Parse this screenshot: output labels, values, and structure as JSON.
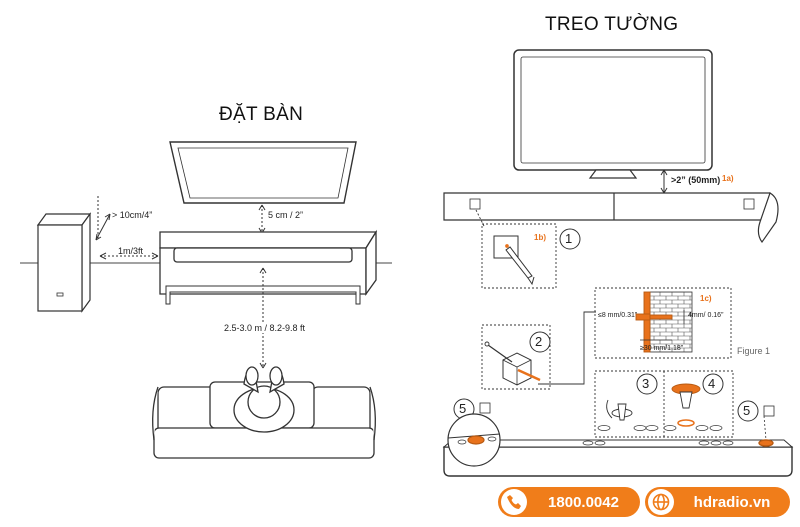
{
  "sections": {
    "table_title": "ĐẶT BÀN",
    "wall_title": "TREO TƯỜNG"
  },
  "table_labels": {
    "sub_gap": "> 10cm/4”",
    "sub_dist": "1m/3ft",
    "tv_gap": "5 cm / 2”",
    "seat_dist": "2.5-3.0 m / 8.2-9.8 ft"
  },
  "wall_labels": {
    "tv_gap": ">2” (50mm)",
    "step_1a": "1a)",
    "step_1b": "1b)",
    "step_1c": "1c)",
    "hole_depth": "≤8 mm/0.31”",
    "screw_gap": "4mm/ 0.16”",
    "screw_len": "≥30 mm/1.18”",
    "figure": "Figure 1",
    "steps": [
      "1",
      "2",
      "3",
      "4",
      "5",
      "5"
    ]
  },
  "contact": {
    "phone": "1800.0042",
    "website": "hdradio.vn",
    "phone_icon": "phone-icon",
    "web_icon": "globe-icon"
  },
  "colors": {
    "brand_orange": "#f07d1a",
    "accent_orange": "#e8721c",
    "line": "#333333"
  }
}
